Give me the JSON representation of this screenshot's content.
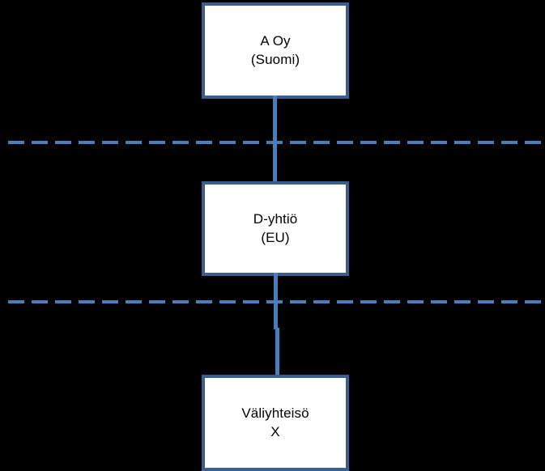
{
  "diagram": {
    "background_color": "#000000",
    "box_border_color": "#3A5F8F",
    "box_fill_color": "#FFFFFF",
    "connector_color": "#4A7EBB",
    "dashed_line_color": "#4A7EBB",
    "text_color": "#000000",
    "nodes": [
      {
        "id": "a-oy",
        "line1": "A Oy",
        "line2": "(Suomi)"
      },
      {
        "id": "d-yhtio",
        "line1": "D-yhtiö",
        "line2": "(EU)"
      },
      {
        "id": "valiyhteiso",
        "line1": "Väliyhteisö",
        "line2": "X"
      }
    ],
    "connectors": [
      {
        "id": "a-oy-to-d-yhtio",
        "from": "a-oy",
        "to": "d-yhtio",
        "style": "solid"
      },
      {
        "id": "d-yhtio-to-valiyhteiso",
        "from": "d-yhtio",
        "to": "valiyhteiso",
        "style": "solid"
      }
    ],
    "boundaries": [
      {
        "id": "boundary-1",
        "style": "dashed"
      },
      {
        "id": "boundary-2",
        "style": "dashed"
      }
    ]
  }
}
